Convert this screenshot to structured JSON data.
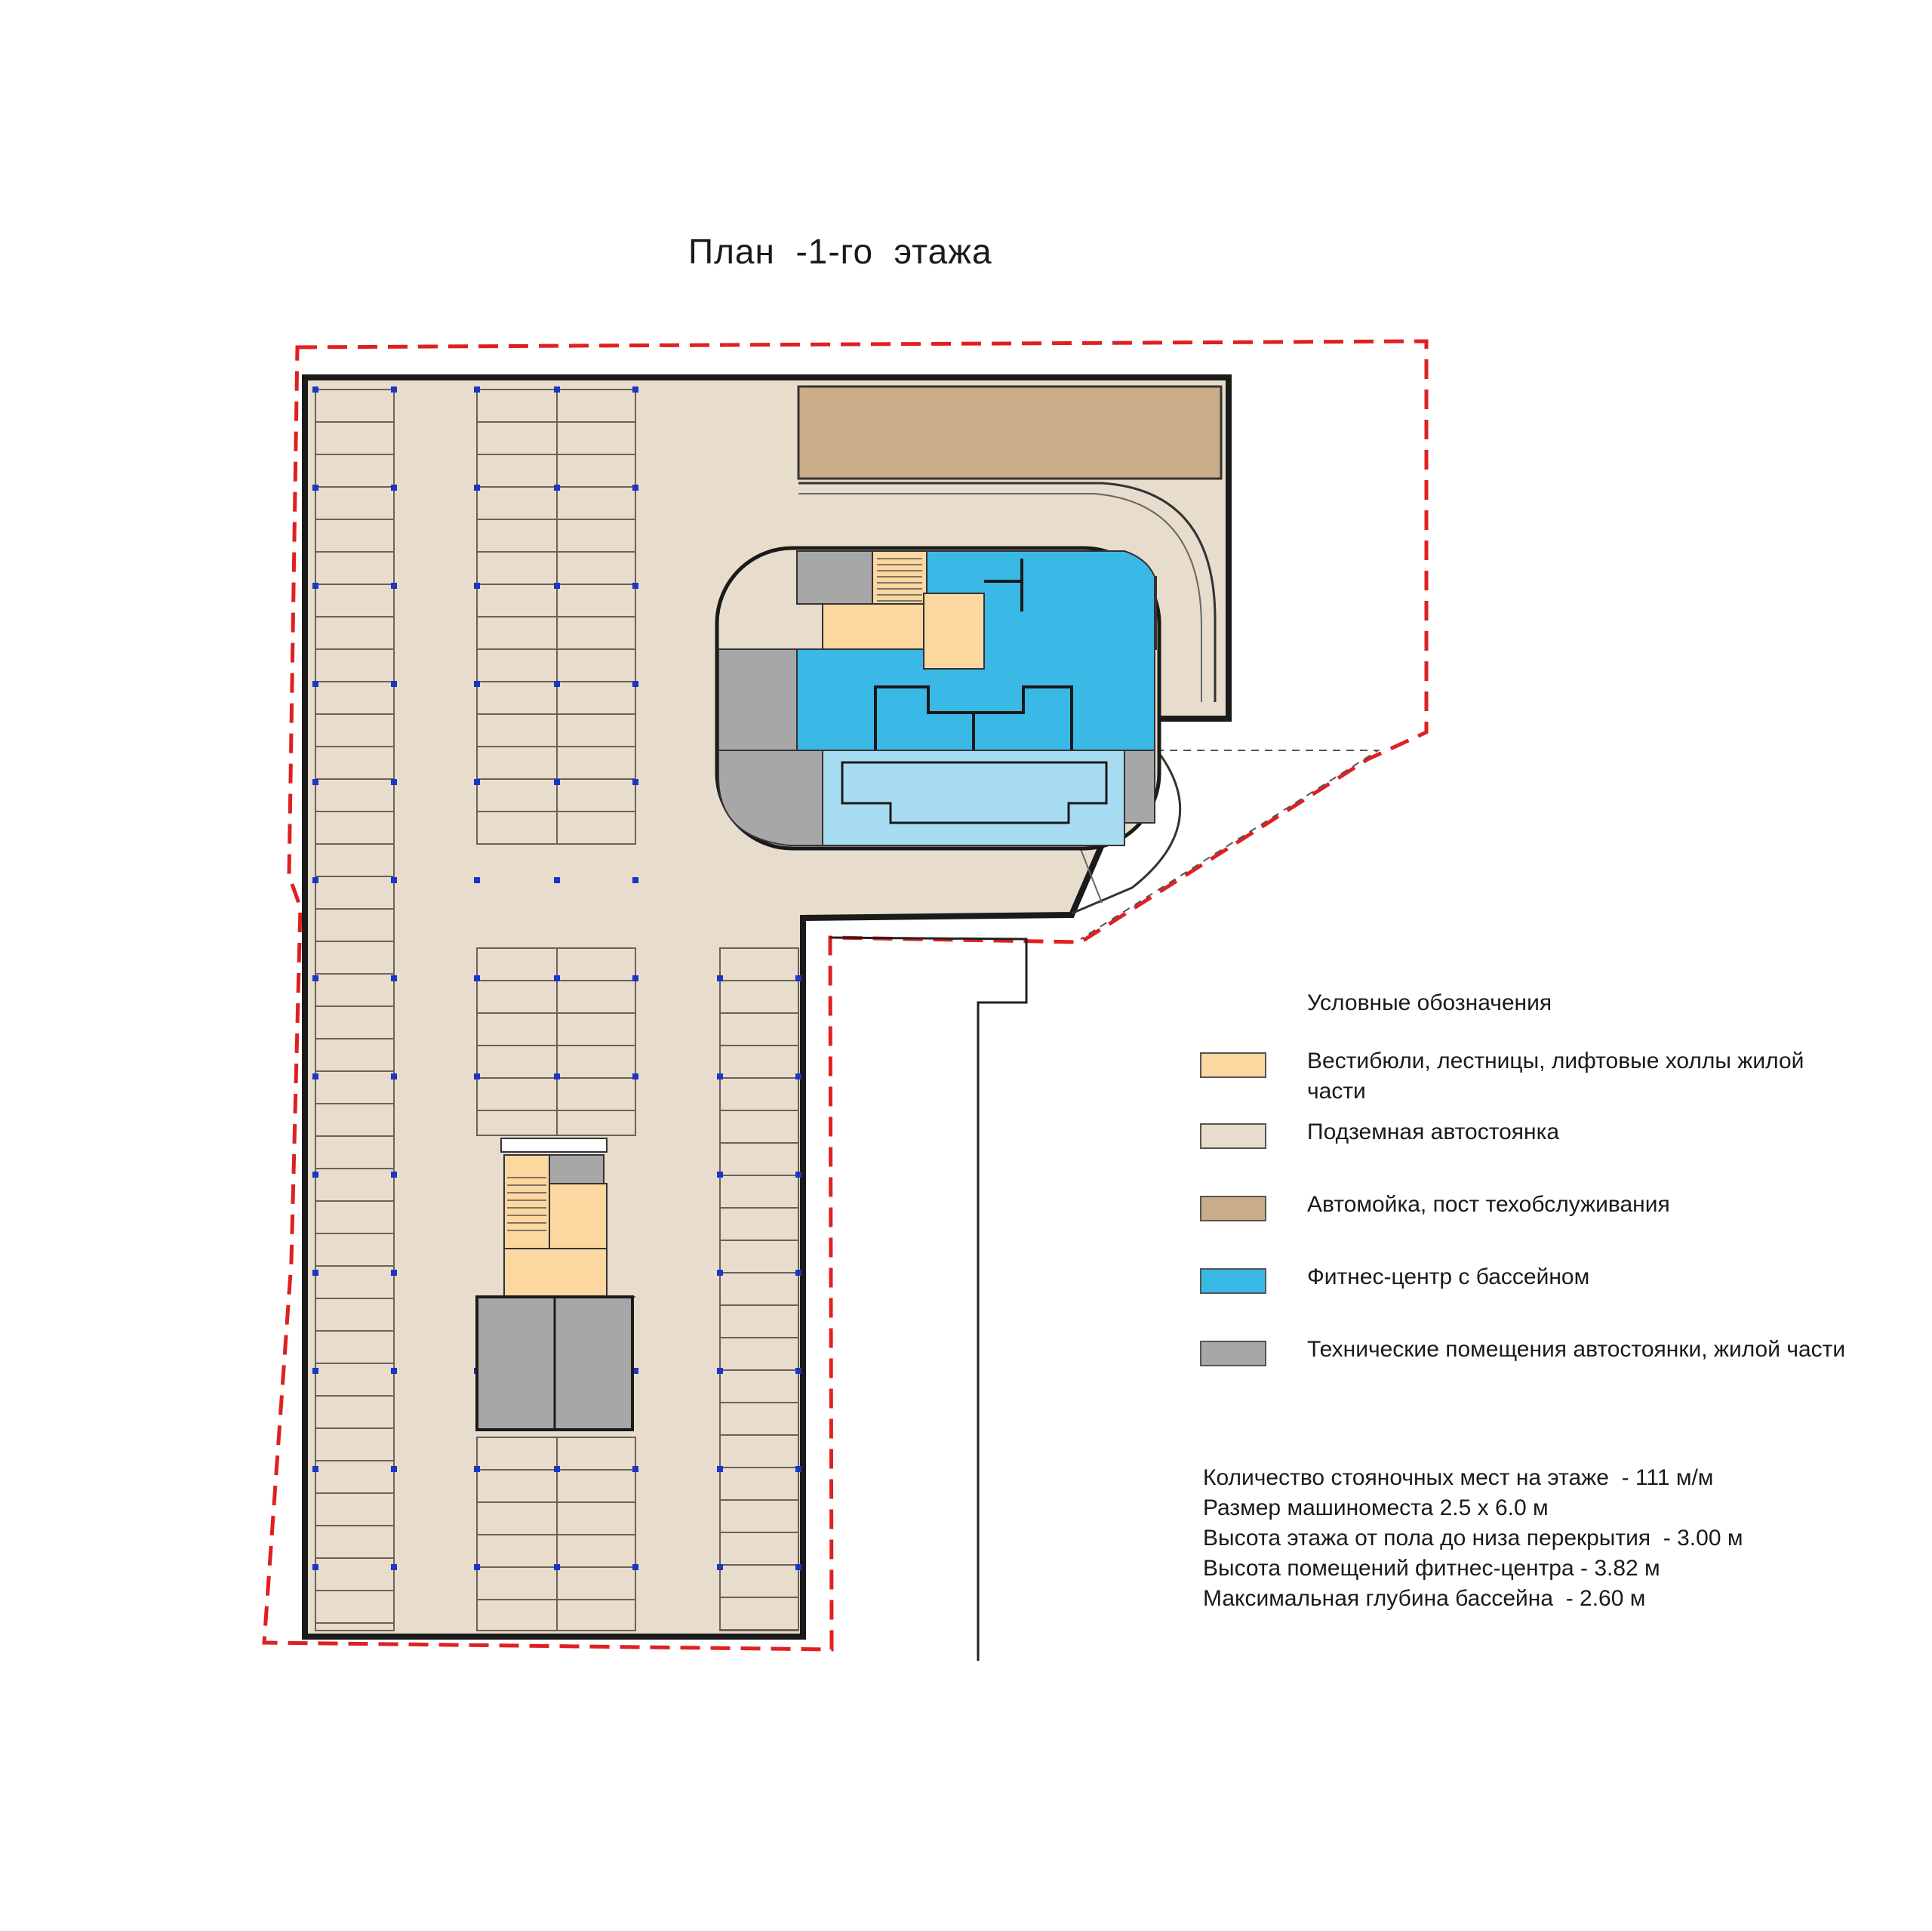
{
  "title": "План  -1-го  этажа",
  "legend": {
    "title": "Условные обозначения",
    "items": [
      {
        "label": "Вестибюли, лестницы, лифтовые холлы жилой части",
        "color": "#fdd7a0"
      },
      {
        "label": "Подземная автостоянка",
        "color": "#e8dccc"
      },
      {
        "label": "Автомойка, пост техобслуживания",
        "color": "#c8ad88"
      },
      {
        "label": "Фитнес-центр с бассейном",
        "color": "#3ab8e6"
      },
      {
        "label": "Технические помещения автостоянки, жилой части",
        "color": "#a7a7a7"
      }
    ]
  },
  "notes": [
    "Количество стояночных мест на этаже  - 111 м/м",
    "Размер машиноместа 2.5 х 6.0 м",
    "Высота этажа от пола до низа перекрытия  - 3.00 м",
    "Высота помещений фитнес-центра - 3.82 м",
    "Максимальная глубина бассейна  - 2.60 м"
  ],
  "colors": {
    "parking": "#e8dccc",
    "lobby": "#fdd7a0",
    "carwash": "#c8ad88",
    "fitness": "#3ab8e6",
    "pool": "#a8dcf2",
    "technical": "#a7a7a7",
    "boundary": "#e02020",
    "columns": "#1a35c8",
    "walls": "#1a1a1a"
  }
}
